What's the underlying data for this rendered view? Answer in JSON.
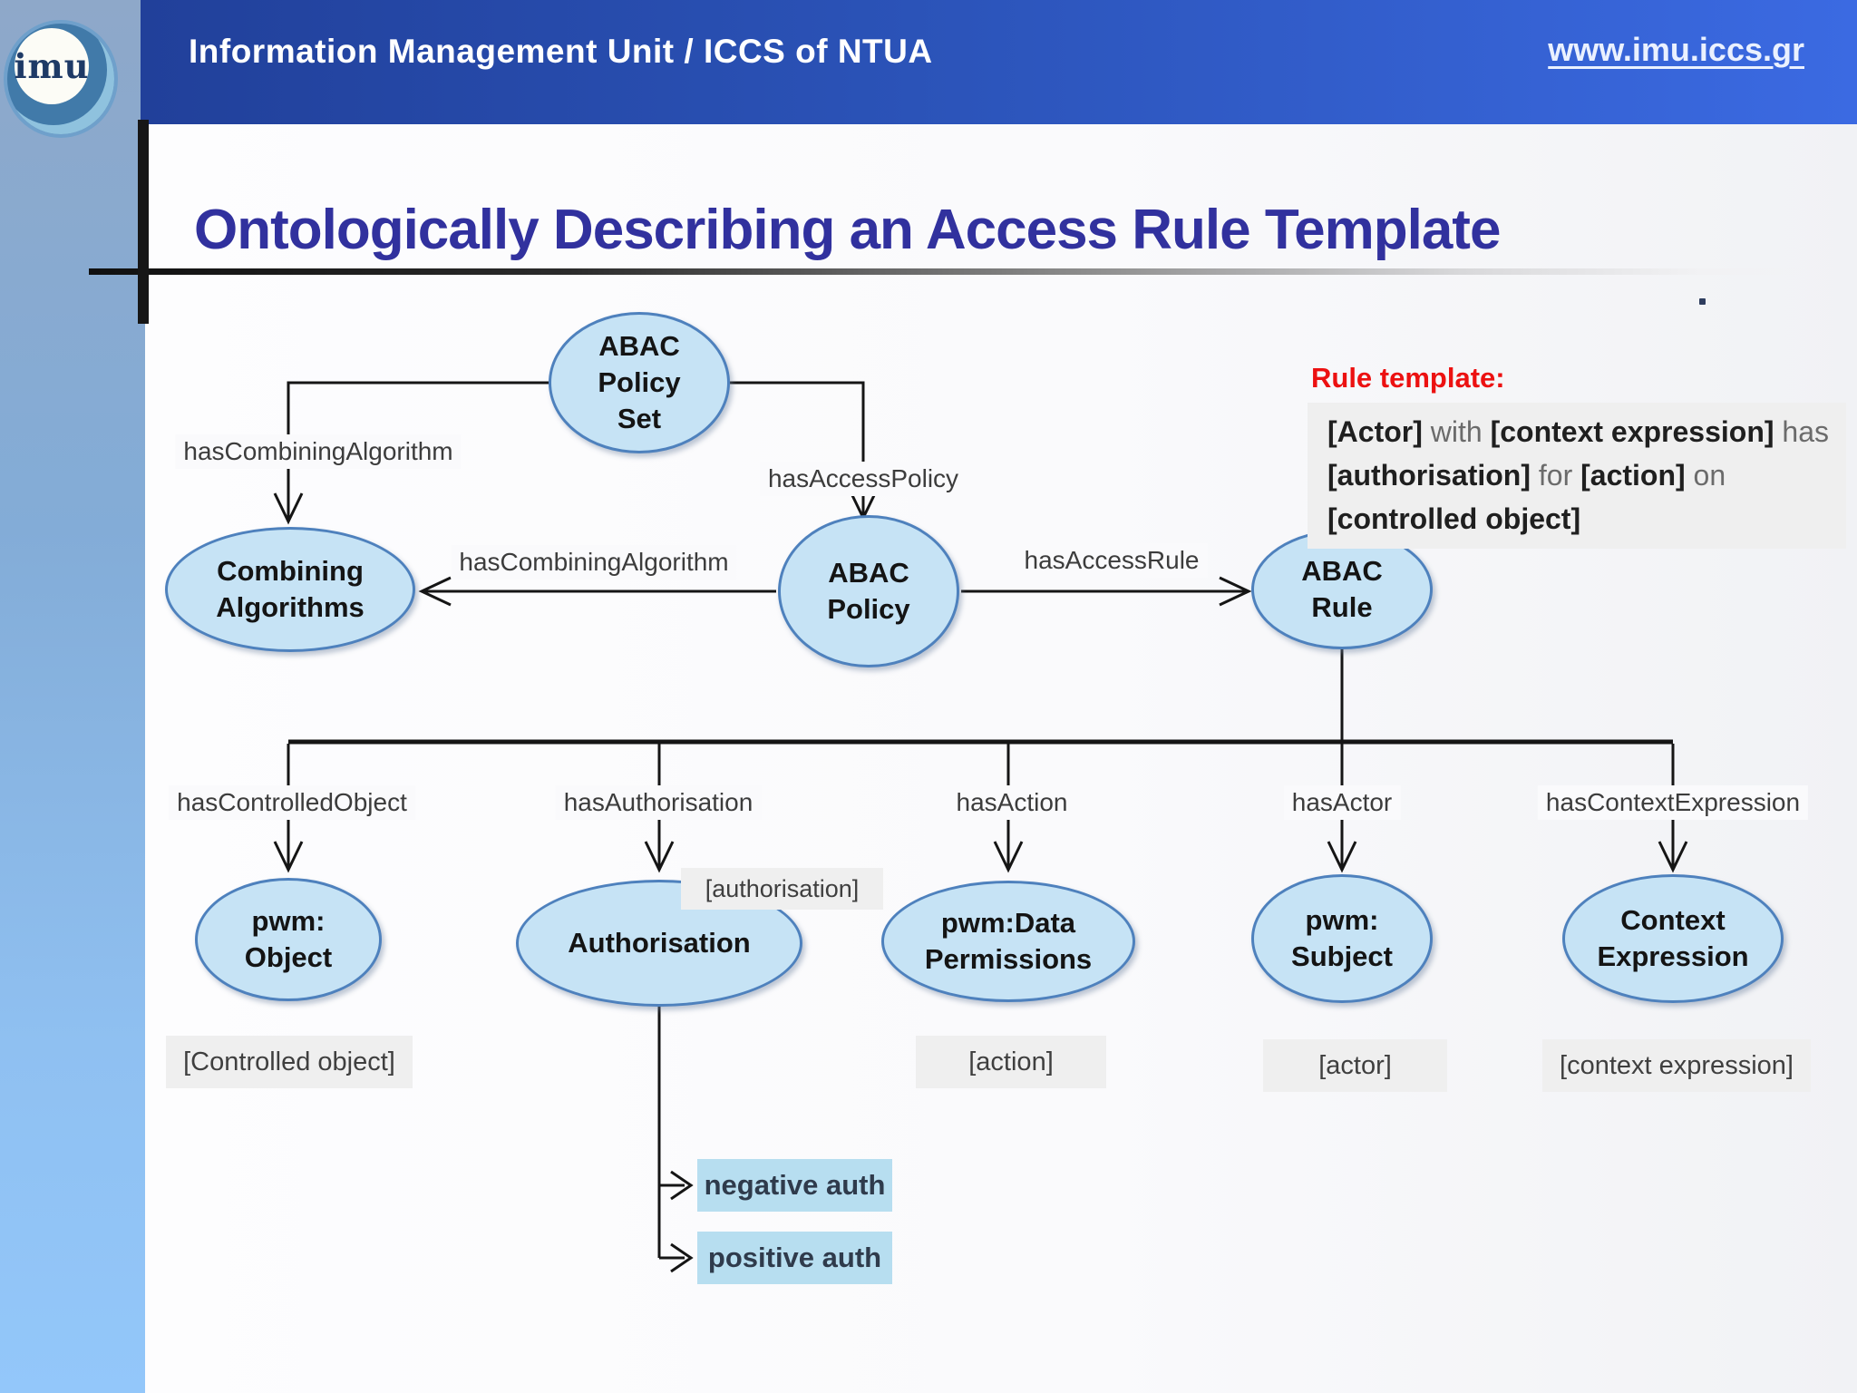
{
  "header": {
    "brand": "Information Management Unit / ICCS of NTUA",
    "url": "www.imu.iccs.gr"
  },
  "logo": {
    "text": "imu"
  },
  "slide": {
    "title": "Ontologically Describing an Access Rule Template"
  },
  "rule_template": {
    "heading": "Rule template:",
    "line1": {
      "bold1": "[Actor]",
      "plain1": " with ",
      "bold2": "[context expression]",
      "plain2": " has"
    },
    "line2": {
      "bold1": "[authorisation]",
      "plain1": " for ",
      "bold2": "[action]",
      "plain2": " on"
    },
    "line3": {
      "bold1": "[controlled object]"
    }
  },
  "nodes": {
    "abac_policy_set": {
      "lines": [
        "ABAC",
        "Policy",
        "Set"
      ]
    },
    "combining_algorithms": {
      "lines": [
        "Combining",
        "Algorithms"
      ]
    },
    "abac_policy": {
      "lines": [
        "ABAC",
        "Policy"
      ]
    },
    "abac_rule": {
      "lines": [
        "ABAC",
        "Rule"
      ]
    },
    "pwm_object": {
      "lines": [
        "pwm:",
        "Object"
      ]
    },
    "authorisation": {
      "lines": [
        "Authorisation"
      ]
    },
    "pwm_data_permissions": {
      "lines": [
        "pwm:Data",
        "Permissions"
      ]
    },
    "pwm_subject": {
      "lines": [
        "pwm:",
        "Subject"
      ]
    },
    "context_expression": {
      "lines": [
        "Context",
        "Expression"
      ]
    }
  },
  "edges": {
    "has_combining_algorithm_top": "hasCombiningAlgorithm",
    "has_access_policy": "hasAccessPolicy",
    "has_combining_algorithm_mid": "hasCombiningAlgorithm",
    "has_access_rule": "hasAccessRule",
    "has_controlled_object": "hasControlledObject",
    "has_authorisation": "hasAuthorisation",
    "has_action": "hasAction",
    "has_actor": "hasActor",
    "has_context_expression": "hasContextExpression"
  },
  "annotations": {
    "authorisation": "[authorisation]",
    "controlled_object": "[Controlled object]",
    "action": "[action]",
    "actor": "[actor]",
    "context_expression": "[context expression]"
  },
  "auth_boxes": {
    "negative": "negative auth",
    "positive": "positive auth"
  },
  "colors": {
    "header_gradient_left": "#21409A",
    "header_gradient_right": "#3B6AE2",
    "sidebar_top": "#8EA8C9",
    "sidebar_bottom": "#93C7FA",
    "title_text": "#31319E",
    "node_fill": "#C6E3F5",
    "node_border": "#4E81BD",
    "annotation_bg": "#EFEFEF",
    "auth_box_fill": "#B7DEF0",
    "rule_heading_red": "#EC1111",
    "link_text": "#EAF1FF"
  }
}
